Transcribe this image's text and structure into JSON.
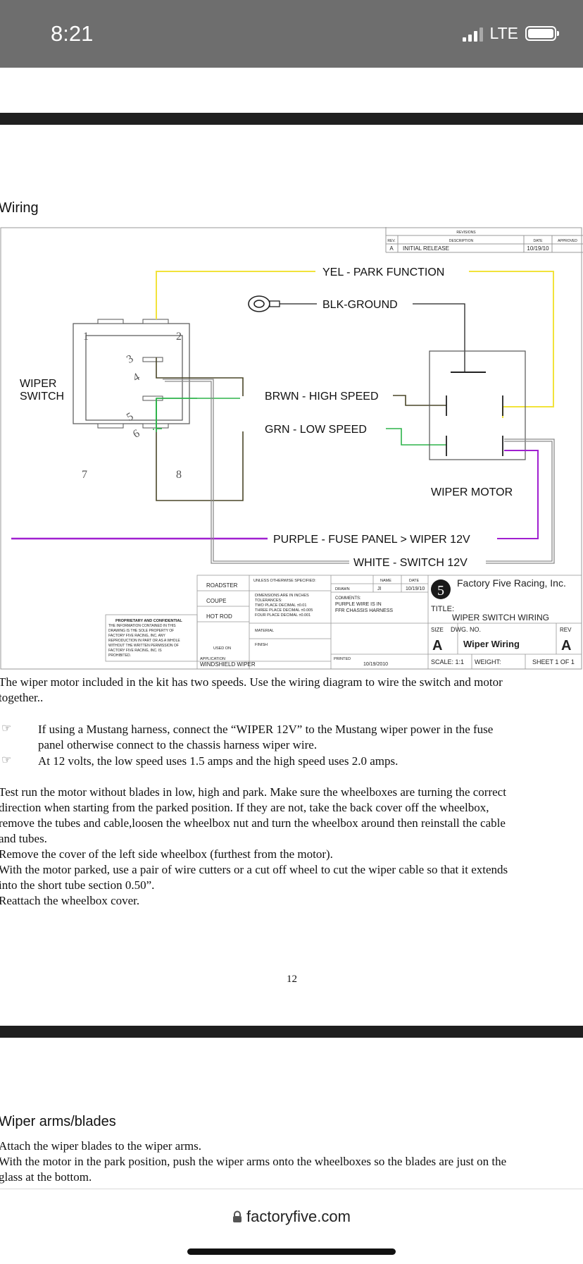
{
  "status": {
    "time": "8:21",
    "network": "LTE"
  },
  "section1": {
    "heading": "Wiring"
  },
  "diagram": {
    "revision_header": "REVISIONS",
    "rev_col": "REV.",
    "desc_col": "DESCRIPTION",
    "date_col": "DATE",
    "approved_col": "APPROVED",
    "rev_letter": "A",
    "rev_desc": "INITIAL RELEASE",
    "rev_date": "10/19/10",
    "switch_label_1": "WIPER",
    "switch_label_2": "SWITCH",
    "pins": [
      "1",
      "2",
      "3",
      "4",
      "5",
      "6",
      "7",
      "8"
    ],
    "wire_yel": "YEL - PARK FUNCTION",
    "wire_blk": "BLK-GROUND",
    "wire_brwn": "BRWN - HIGH SPEED",
    "wire_grn": "GRN - LOW SPEED",
    "motor_label": "WIPER MOTOR",
    "wire_purple": "PURPLE - FUSE PANEL > WIPER 12V",
    "wire_white": "WHITE - SWITCH 12V",
    "tb_unless": "UNLESS OTHERWISE SPECIFIED:",
    "tb_dims": "DIMENSIONS ARE IN INCHES",
    "tb_tol": "TOLERANCES:",
    "tb_two": "TWO PLACE DECIMAL  ±0.01",
    "tb_three": "THREE PLACE DECIMAL  ±0.005",
    "tb_four": "FOUR PLACE DECIMAL  ±0.001",
    "tb_name": "NAME",
    "tb_date": "DATE",
    "tb_drawn": "DRAWN",
    "tb_ji": "JI",
    "tb_drawn_date": "10/19/10",
    "tb_comments": "COMMENTS:",
    "tb_comment1": "PURPLE WIRE IS IN",
    "tb_comment2": "FFR CHASSIS HARNESS",
    "tb_roadster": "ROADSTER",
    "tb_coupe": "COUPE",
    "tb_hotrod": "HOT ROD",
    "tb_material": "MATERIAL",
    "tb_finish": "FINISH",
    "tb_usedon": "USED ON",
    "tb_application": "APPLICATION",
    "tb_app_value": "WINDSHIELD WIPER",
    "tb_printed": "PRINTED",
    "tb_printed_date": "10/19/2010",
    "prop_1": "PROPRIETARY AND CONFIDENTIAL",
    "prop_2": "THE INFORMATION CONTAINED IN THIS",
    "prop_3": "DRAWING IS THE SOLE PROPERTY OF",
    "prop_4": "FACTORY FIVE RACING, INC. ANY",
    "prop_5": "REPRODUCTION IN PART OR AS A WHOLE",
    "prop_6": "WITHOUT THE WRITTEN PERMISSION OF",
    "prop_7": "FACTORY FIVE RACING, INC. IS",
    "prop_8": "PROHIBITED.",
    "logo_digit": "5",
    "company": "Factory Five Racing, Inc.",
    "title_label": "TITLE:",
    "title_value": "WIPER SWITCH WIRING",
    "size_label": "SIZE",
    "dwg_label": "DWG. NO.",
    "rev_label": "REV",
    "size_value": "A",
    "dwg_value": "Wiper Wiring",
    "rev_value": "A",
    "scale": "SCALE: 1:1",
    "weight": "WEIGHT:",
    "sheet": "SHEET 1 OF 1"
  },
  "body": {
    "p1_l1": "The wiper motor included in the kit has two speeds.  Use the wiring diagram to wire the switch and motor",
    "p1_l2": "together..",
    "b1_l1": "If using a Mustang harness, connect the “WIPER 12V” to the Mustang wiper power in the fuse",
    "b1_l2": "panel otherwise connect to the chassis harness wiper wire.",
    "b2_l1": "At 12 volts, the low speed uses 1.5 amps and the high speed uses 2.0 amps.",
    "p2_l1": "Test run the motor without blades in low, high and park.  Make sure the wheelboxes are turning the correct",
    "p2_l2": "direction when starting from the parked position.  If they are not, take the back cover off the wheelbox,",
    "p2_l3": "remove the tubes and cable,loosen the wheelbox nut and turn the wheelbox around then reinstall the cable",
    "p2_l4": "and tubes.",
    "p3_l1": "Remove the cover of the left side wheelbox (furthest from the motor).",
    "p4_l1": "With the motor parked, use a pair of wire cutters or a cut off wheel to cut the wiper cable so that it extends",
    "p4_l2": "into the short tube section 0.50”.",
    "p5_l1": "Reattach the wheelbox cover.",
    "page_number": "12"
  },
  "section2": {
    "heading": "Wiper arms/blades",
    "l1": "Attach the wiper blades to the wiper arms.",
    "l2": "With the motor in the park position, push the wiper arms onto the wheelboxes so the blades are just on the",
    "l3": "glass at the bottom."
  },
  "browser": {
    "url": "factoryfive.com"
  },
  "colors": {
    "yellow": "#f2e33b",
    "brown": "#4a4628",
    "green": "#2db34a",
    "purple": "#a020d0",
    "white_wire": "#8a8a8a"
  }
}
